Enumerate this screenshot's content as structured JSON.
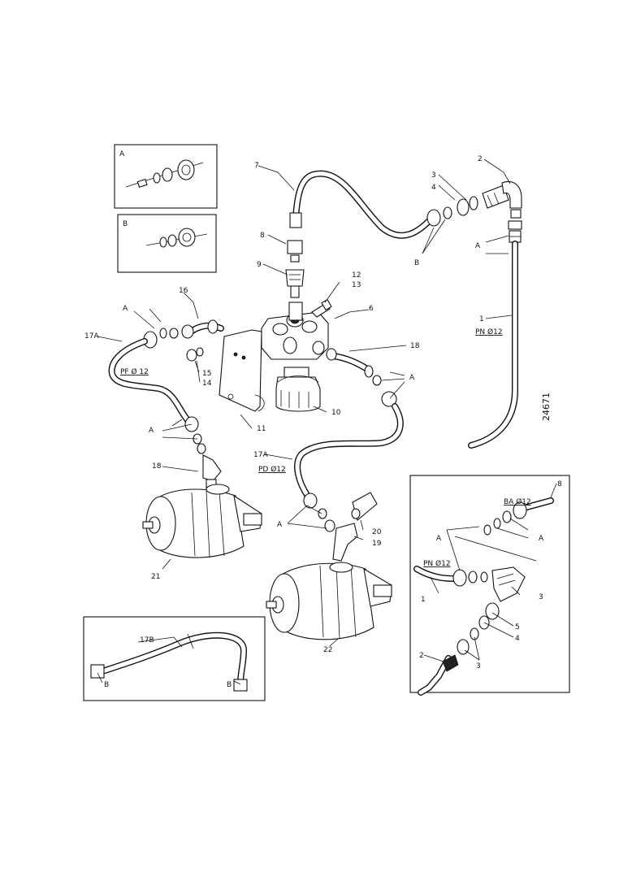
{
  "drawing": {
    "number": "24671",
    "detail_boxes": {
      "a": "A",
      "b": "B"
    },
    "labels": {
      "l7_top": "7",
      "l8_top": "8",
      "l9": "9",
      "l12": "12",
      "l13": "13",
      "l6": "6",
      "l16_top": "16",
      "l17a_left": "17A",
      "l15": "15",
      "l14": "14",
      "l11": "11",
      "l10": "10",
      "l18_right": "18",
      "l18_left": "18",
      "l17a_mid": "17A",
      "l20": "20",
      "l19": "19",
      "l21": "21",
      "l22": "22",
      "l2_top": "2",
      "l3_top": "3",
      "l4_top": "4",
      "l1_right": "1",
      "a_top_right": "A",
      "b_top_right": "B",
      "a_left_top": "A",
      "a_left_mid": "A",
      "a_right_mid": "A",
      "a_mid": "A",
      "l17b": "17B",
      "b_bot_left": "B",
      "b_bot_right": "B",
      "inset_8": "8",
      "inset_a_left": "A",
      "inset_a_right": "A",
      "inset_1": "1",
      "inset_3": "3",
      "inset_5": "5",
      "inset_4": "4",
      "inset_2": "2",
      "inset_3b": "3"
    },
    "pipe_specs": {
      "pn12_right": "PN Ø12",
      "pf12_left": "PF Ø 12",
      "pd12_mid": "PD Ø12",
      "ba12_inset": "BA Ø12",
      "pn12_inset": "PN Ø12"
    }
  }
}
